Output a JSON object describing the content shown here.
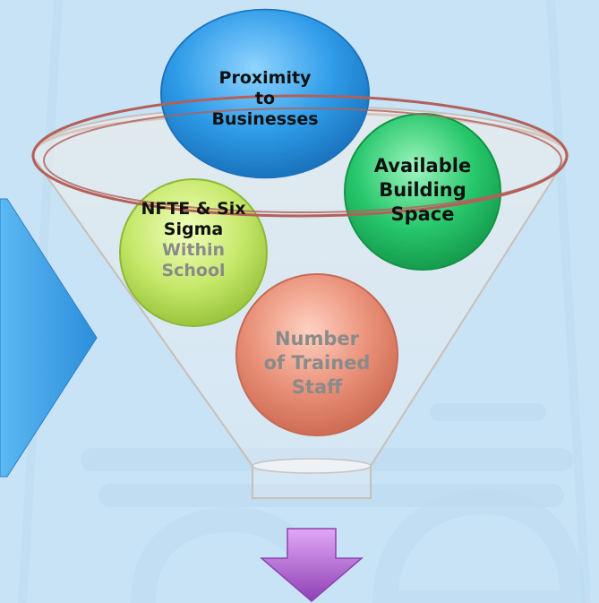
{
  "circles": {
    "proximity": {
      "label": "Proximity\nto\nBusinesses"
    },
    "building": {
      "label": "Available\nBuilding\nSpace"
    },
    "nfte": {
      "label_dark": "NFTE & Six\nSigma",
      "label_grey": "Within\nSchool"
    },
    "staff": {
      "label": "Number\nof Trained\nStaff"
    }
  },
  "colors": {
    "background": "#c9e3f6",
    "proximity": "#2e9be8",
    "building": "#27c76b",
    "nfte": "#c6e86a",
    "staff": "#e98f77",
    "arrow": "#a55ac9",
    "chevron": "#3aa0e6",
    "funnel_rim": "#b3605a"
  }
}
